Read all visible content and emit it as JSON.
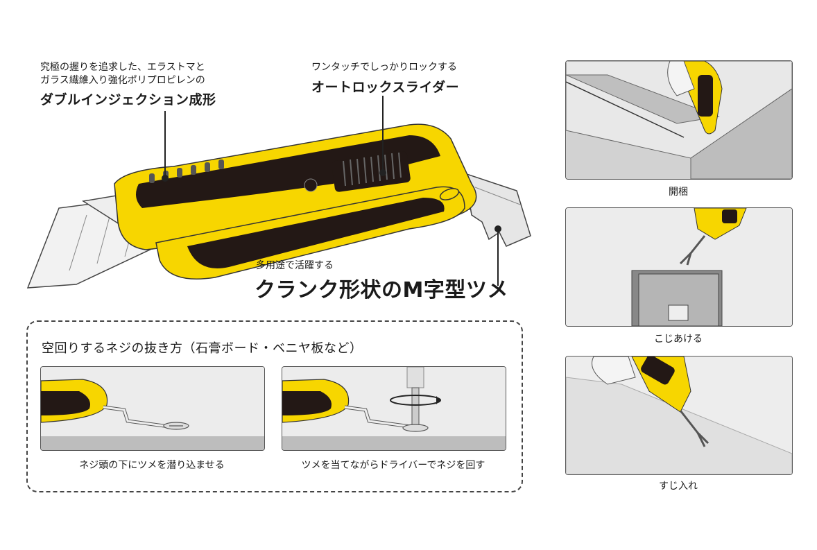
{
  "colors": {
    "yellow": "#f7d600",
    "black": "#231815",
    "blade": "#e8e8e8",
    "panel_bg": "#d7d7d7"
  },
  "features": {
    "grip": {
      "line1": "究極の握りを追求した、エラストマと",
      "line2": "ガラス繊維入り強化ポリプロピレンの",
      "title": "ダブルインジェクション成形"
    },
    "slider": {
      "line1": "ワンタッチでしっかりロックする",
      "title": "オートロックスライダー"
    },
    "claw": {
      "line1": "多用途で活躍する",
      "title": "クランク形状のM字型ツメ"
    }
  },
  "screw_section": {
    "title": "空回りするネジの抜き方（石膏ボード・ベニヤ板など）",
    "step1": "ネジ頭の下にツメを潜り込ませる",
    "step2": "ツメを当てながらドライバーでネジを回す"
  },
  "uses": {
    "use1": "開梱",
    "use2": "こじあける",
    "use3": "すじ入れ"
  }
}
